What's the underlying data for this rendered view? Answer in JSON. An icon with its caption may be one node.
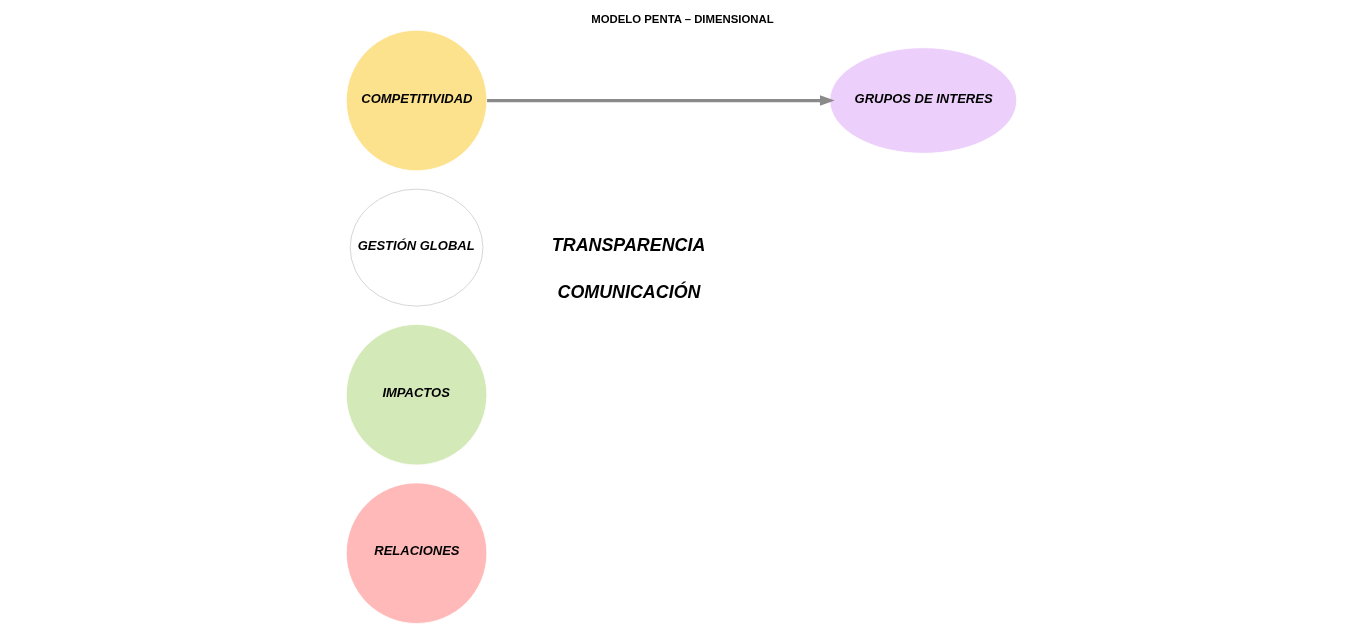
{
  "diagram": {
    "title": "MODELO PENTA – DIMENSIONAL",
    "nodes": [
      {
        "text": [
          "COMPETITIVIDAD"
        ]
      },
      {
        "text": [
          "GESTIÓN GLOBAL"
        ]
      },
      {
        "text": [
          "IMPACTOS"
        ]
      },
      {
        "text": [
          "RELACIONES"
        ]
      },
      {
        "text": [
          "GRUPOS DE INTERES"
        ]
      }
    ],
    "edges": [
      {
        "from": 0,
        "to": 4,
        "arrow": "to"
      }
    ],
    "labels": [
      "TRANSPARENCIA",
      "COMUNICACIÓN"
    ]
  }
}
